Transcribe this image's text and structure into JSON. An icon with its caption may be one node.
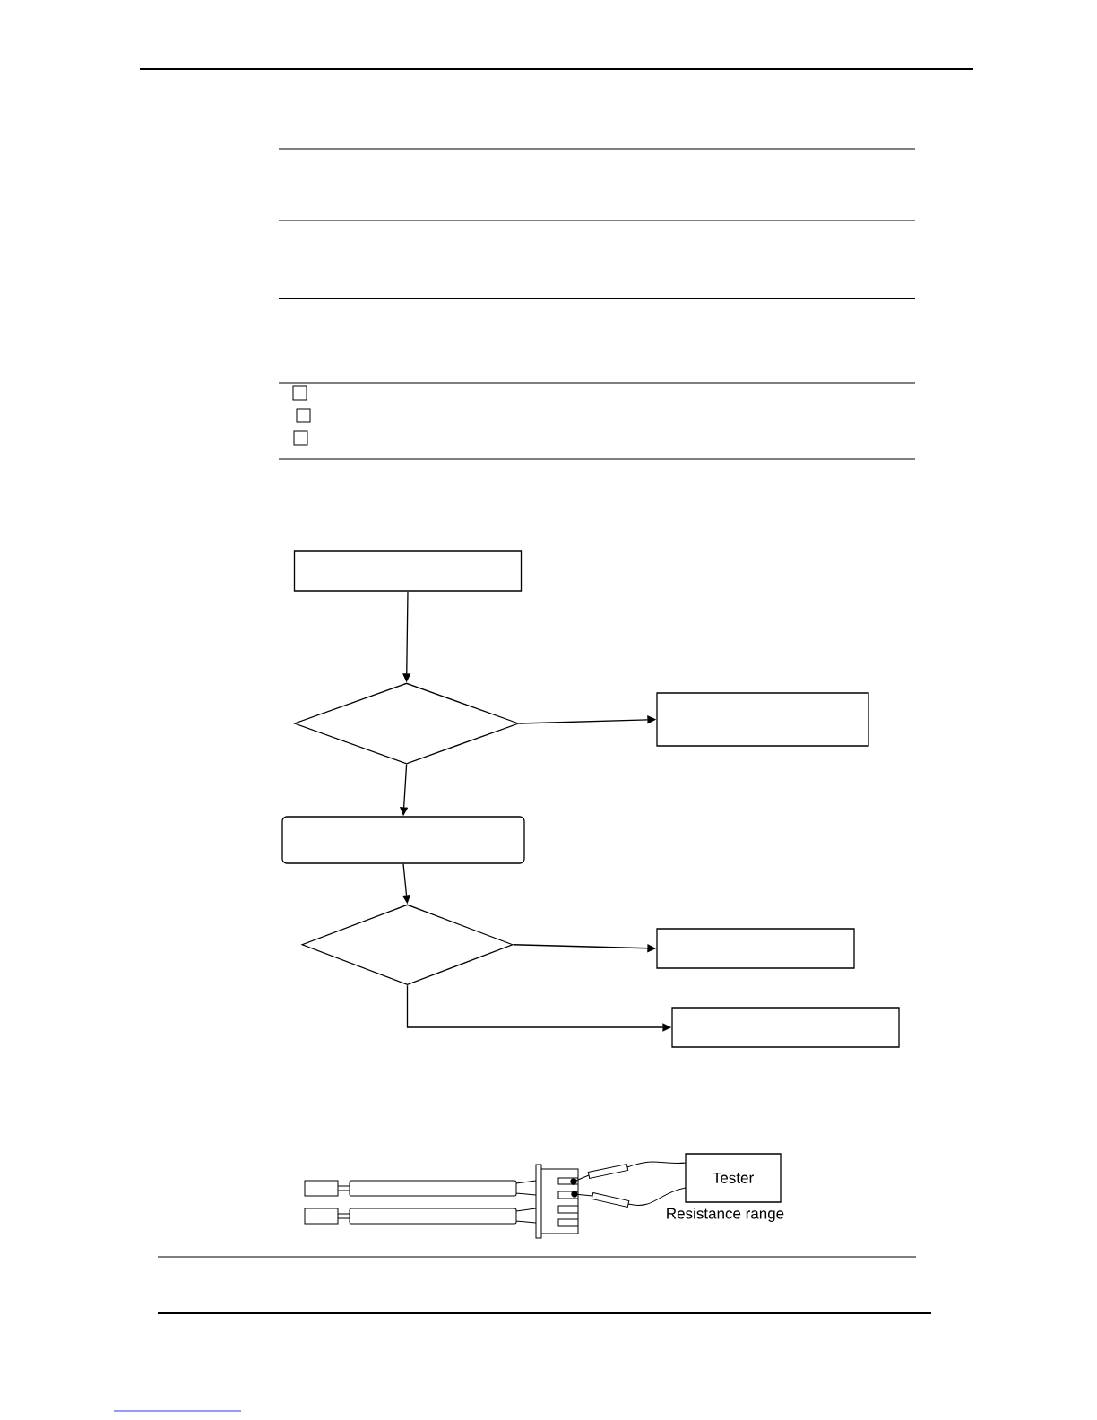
{
  "diagram": {
    "nodes": [
      {
        "text": [],
        "shape": "box"
      },
      {
        "text": [],
        "shape": "diamond"
      },
      {
        "text": [],
        "shape": "box"
      },
      {
        "text": [],
        "shape": "box"
      },
      {
        "text": [],
        "shape": "diamond"
      },
      {
        "text": [],
        "shape": "box"
      },
      {
        "text": [],
        "shape": "box"
      },
      {
        "text": [
          "Tester"
        ],
        "beside": [
          "Resistance range"
        ]
      }
    ],
    "edges": [
      {
        "from": 0,
        "to": 1,
        "arrow": "to"
      },
      {
        "from": 1,
        "to": 2,
        "arrow": "to"
      },
      {
        "from": 1,
        "to": 3,
        "arrow": "to"
      },
      {
        "from": 3,
        "to": 4,
        "arrow": "to"
      },
      {
        "from": 4,
        "to": 5,
        "arrow": "to"
      },
      {
        "from": 4,
        "to": 6,
        "arrow": "to"
      }
    ]
  }
}
